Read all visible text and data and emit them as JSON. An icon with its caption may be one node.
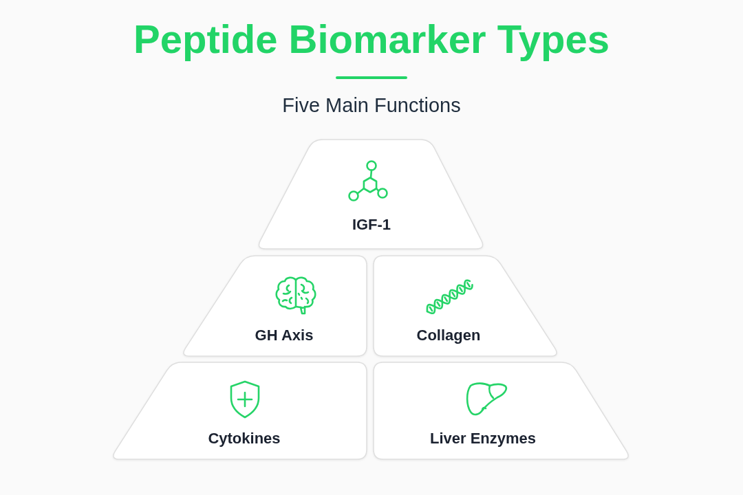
{
  "diagram": {
    "title": "Peptide Biomarker Types",
    "nodes": [
      {
        "text": [
          "IGF-1"
        ]
      },
      {
        "text": [
          "GH Axis"
        ]
      },
      {
        "text": [
          "Collagen"
        ]
      },
      {
        "text": [
          "Cytokines"
        ]
      },
      {
        "text": [
          "Liver Enzymes"
        ]
      }
    ],
    "labels": [
      "Five Main Functions"
    ]
  }
}
